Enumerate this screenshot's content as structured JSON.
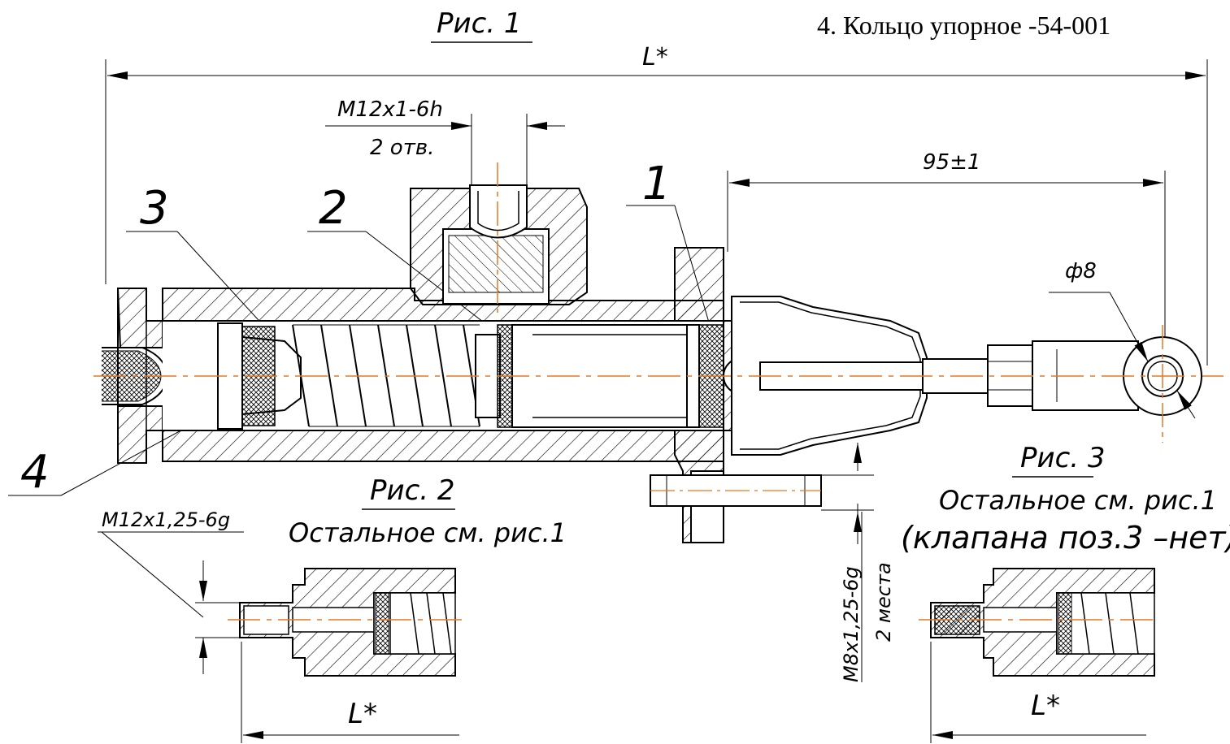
{
  "colors": {
    "line": "#000000",
    "axis": "#e87722",
    "hatch": "#000000",
    "background": "#ffffff"
  },
  "header": {
    "parts_list_item": "4. Кольцо упорное -54-001"
  },
  "figures": {
    "fig1": {
      "title": "Рис. 1",
      "overall_length": "L*",
      "port_thread": "M12x1-6h",
      "port_count": "2 отв.",
      "rod_length": "95±1",
      "eye_diameter": "ф8",
      "mount_thread": "M8x1,25-6g",
      "mount_count": "2 места",
      "callouts": [
        "1",
        "2",
        "3",
        "4"
      ]
    },
    "fig2": {
      "title": "Рис. 2",
      "note": "Остальное см. рис.1",
      "thread": "M12x1,25-6g",
      "length": "L*"
    },
    "fig3": {
      "title": "Рис. 3",
      "note": "Остальное см. рис.1",
      "note2": "(клапана поз.3 –нет)",
      "length": "L*"
    }
  }
}
